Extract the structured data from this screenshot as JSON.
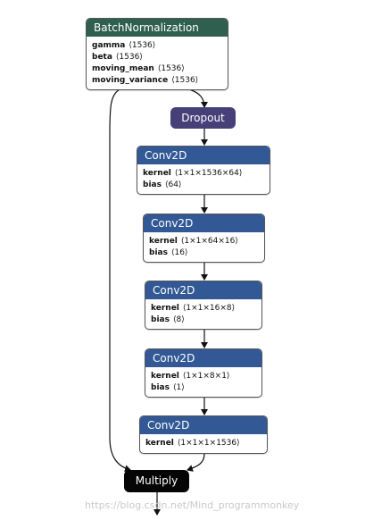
{
  "colors": {
    "bn_header": "#2f5f4f",
    "conv_header": "#325995",
    "dropout": "#463f78",
    "multiply": "#050505",
    "edge": "#111111"
  },
  "nodes": {
    "batchnorm": {
      "title": "BatchNormalization",
      "params": [
        {
          "key": "gamma",
          "value": "⟨1536⟩"
        },
        {
          "key": "beta",
          "value": "⟨1536⟩"
        },
        {
          "key": "moving_mean",
          "value": "⟨1536⟩"
        },
        {
          "key": "moving_variance",
          "value": "⟨1536⟩"
        }
      ]
    },
    "dropout": {
      "title": "Dropout"
    },
    "conv1": {
      "title": "Conv2D",
      "params": [
        {
          "key": "kernel",
          "value": "⟨1×1×1536×64⟩"
        },
        {
          "key": "bias",
          "value": "⟨64⟩"
        }
      ]
    },
    "conv2": {
      "title": "Conv2D",
      "params": [
        {
          "key": "kernel",
          "value": "⟨1×1×64×16⟩"
        },
        {
          "key": "bias",
          "value": "⟨16⟩"
        }
      ]
    },
    "conv3": {
      "title": "Conv2D",
      "params": [
        {
          "key": "kernel",
          "value": "⟨1×1×16×8⟩"
        },
        {
          "key": "bias",
          "value": "⟨8⟩"
        }
      ]
    },
    "conv4": {
      "title": "Conv2D",
      "params": [
        {
          "key": "kernel",
          "value": "⟨1×1×8×1⟩"
        },
        {
          "key": "bias",
          "value": "⟨1⟩"
        }
      ]
    },
    "conv5": {
      "title": "Conv2D",
      "params": [
        {
          "key": "kernel",
          "value": "⟨1×1×1×1536⟩"
        }
      ]
    },
    "multiply": {
      "title": "Multiply"
    }
  },
  "watermark": "https://blog.csdn.net/Mind_programmonkey"
}
